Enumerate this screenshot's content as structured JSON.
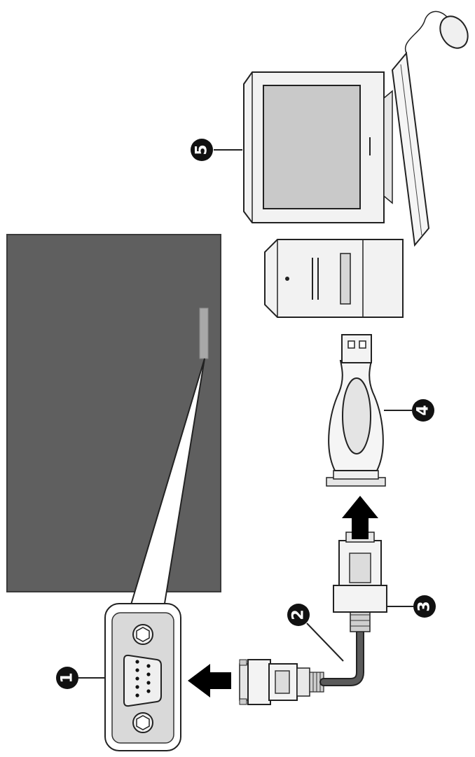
{
  "callouts": [
    {
      "id": "1",
      "label": "1"
    },
    {
      "id": "2",
      "label": "2"
    },
    {
      "id": "3",
      "label": "3"
    },
    {
      "id": "4",
      "label": "4"
    },
    {
      "id": "5",
      "label": "5"
    }
  ],
  "colors": {
    "tv_panel": "#5f5f5f",
    "device_fill": "#f2f2f2",
    "screen_fill": "#c9c9c9",
    "port_fill": "#d9d9d9",
    "cable": "#4a4a4a",
    "arrow": "#000000",
    "callout_fill": "#111111"
  }
}
